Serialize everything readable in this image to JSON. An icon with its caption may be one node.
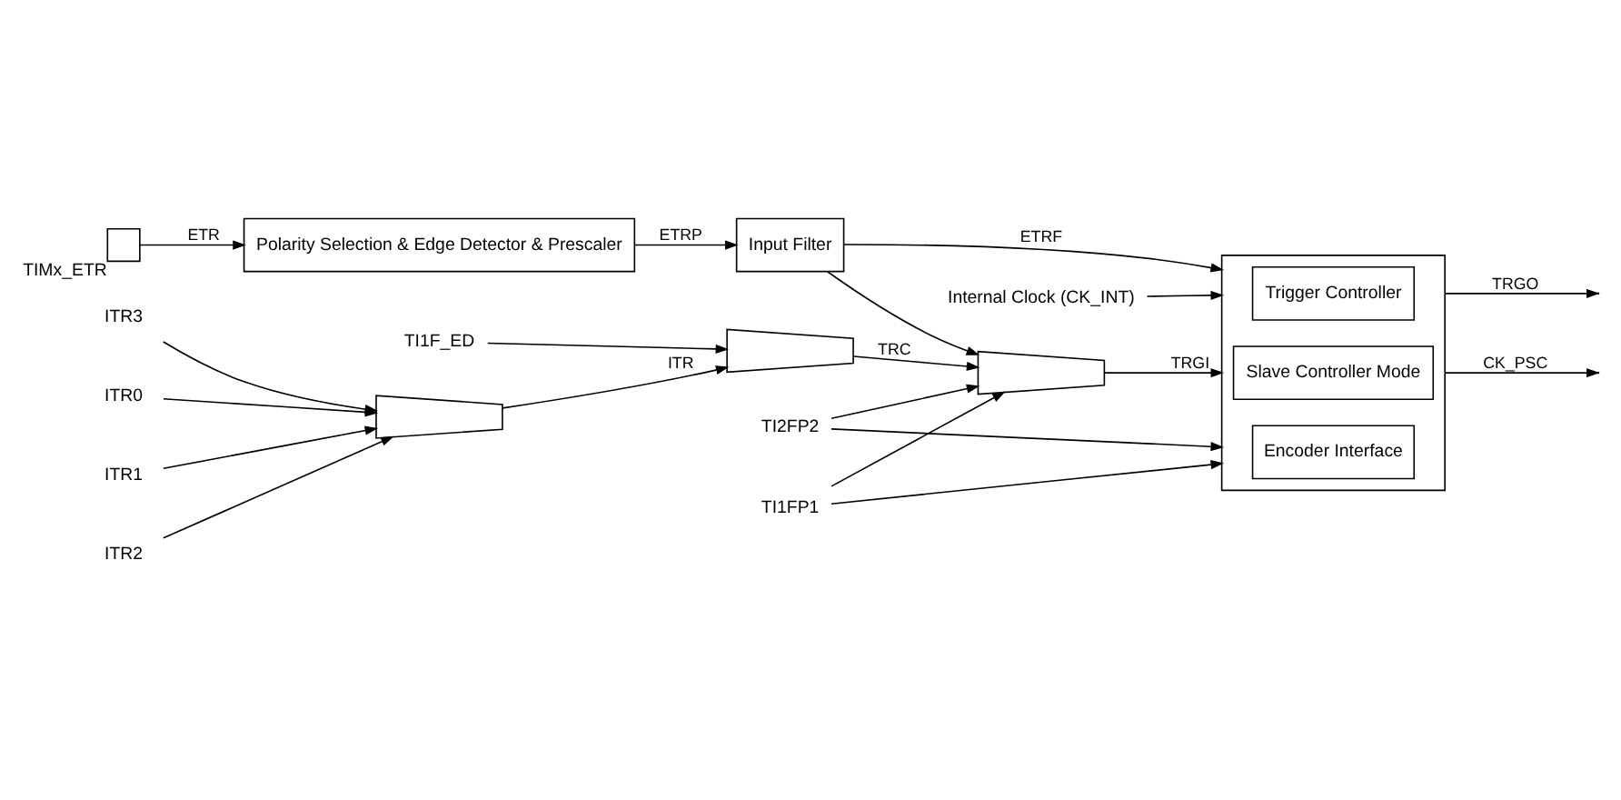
{
  "diagram": {
    "nodes": [
      {
        "text": [],
        "shape": "box",
        "beside": [
          "TIMx_ETR"
        ]
      },
      {
        "text": [
          "Polarity Selection & Edge Detector & Prescaler"
        ]
      },
      {
        "text": [
          "Input Filter"
        ]
      },
      {
        "text": [
          "Internal Clock (CK_INT)"
        ]
      },
      {
        "text": [],
        "shape": "box"
      },
      {
        "text": [
          "Trigger Controller"
        ],
        "in": 4
      },
      {
        "text": [
          "Slave Controller Mode"
        ],
        "in": 4
      },
      {
        "text": [
          "Encoder Interface"
        ],
        "in": 4
      },
      {
        "text": [
          "ITR0"
        ]
      },
      {
        "text": [
          "ITR1"
        ]
      },
      {
        "text": [
          "ITR2"
        ]
      },
      {
        "text": [
          "ITR3"
        ]
      },
      {
        "text": [],
        "shape": "trapezoid"
      },
      {
        "text": [],
        "shape": "trapezoid"
      },
      {
        "text": [
          "TI1F_ED"
        ]
      },
      {
        "text": [],
        "shape": "trapezoid"
      },
      {
        "text": [
          "TI1FP1"
        ]
      },
      {
        "text": [
          "TI2FP2"
        ]
      }
    ],
    "edges": [
      {
        "from": 0,
        "to": 1,
        "arrow": "to",
        "label": "ETR"
      },
      {
        "from": 1,
        "to": 2,
        "arrow": "to",
        "label": "ETRP"
      },
      {
        "from": 2,
        "to": 4,
        "arrow": "to",
        "label": "ETRF"
      },
      {
        "from": 2,
        "to": 15,
        "arrow": "to"
      },
      {
        "from": 3,
        "to": 4,
        "arrow": "to"
      },
      {
        "from": 8,
        "to": 12,
        "arrow": "to"
      },
      {
        "from": 9,
        "to": 12,
        "arrow": "to"
      },
      {
        "from": 10,
        "to": 12,
        "arrow": "to"
      },
      {
        "from": 11,
        "to": 12,
        "arrow": "to"
      },
      {
        "from": 12,
        "to": 13,
        "arrow": "to",
        "label": "ITR"
      },
      {
        "from": 14,
        "to": 13,
        "arrow": "to"
      },
      {
        "from": 13,
        "to": 15,
        "arrow": "to",
        "label": "TRC"
      },
      {
        "from": 15,
        "to": 4,
        "arrow": "to",
        "label": "TRGI"
      },
      {
        "from": 16,
        "to": 15,
        "arrow": "to"
      },
      {
        "from": 17,
        "to": 15,
        "arrow": "to"
      },
      {
        "from": 16,
        "to": 4,
        "arrow": "to"
      },
      {
        "from": 17,
        "to": 4,
        "arrow": "to"
      },
      {
        "from": 4,
        "to": null,
        "arrow": "to",
        "label": "TRGO"
      },
      {
        "from": 4,
        "to": null,
        "arrow": "to",
        "label": "CK_PSC"
      }
    ]
  }
}
